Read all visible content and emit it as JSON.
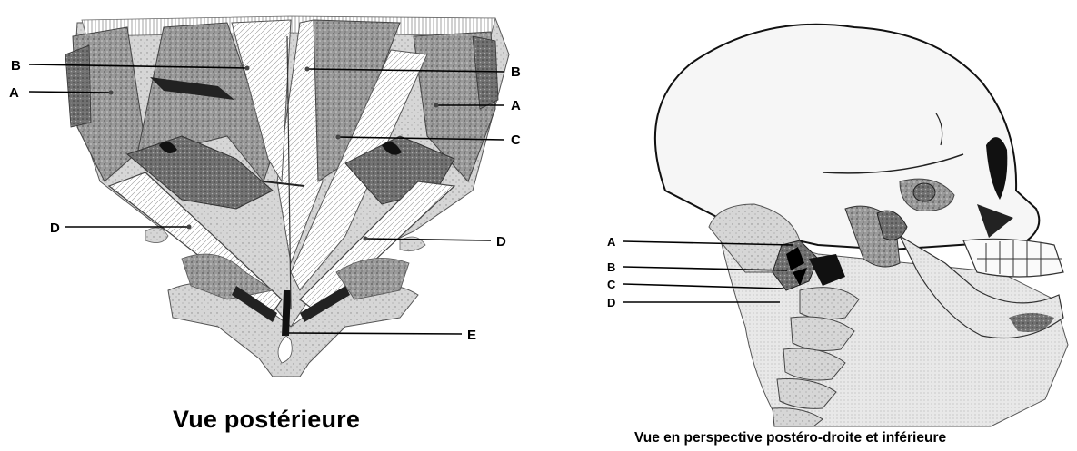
{
  "left_figure": {
    "caption": "Vue postérieure",
    "labels": {
      "b_left": "B",
      "a_left": "A",
      "d_left": "D",
      "b_right": "B",
      "a_right": "A",
      "c_right": "C",
      "d_right": "D",
      "e": "E"
    }
  },
  "right_figure": {
    "caption": "Vue en perspective postéro-droite et inférieure",
    "labels": {
      "a": "A",
      "b": "B",
      "c": "C",
      "d": "D"
    }
  },
  "colors": {
    "ink": "#000000",
    "muscle_gray": "#8a8a8a",
    "light_gray": "#c8c8c8",
    "skull_fill": "#f2f2f2"
  }
}
